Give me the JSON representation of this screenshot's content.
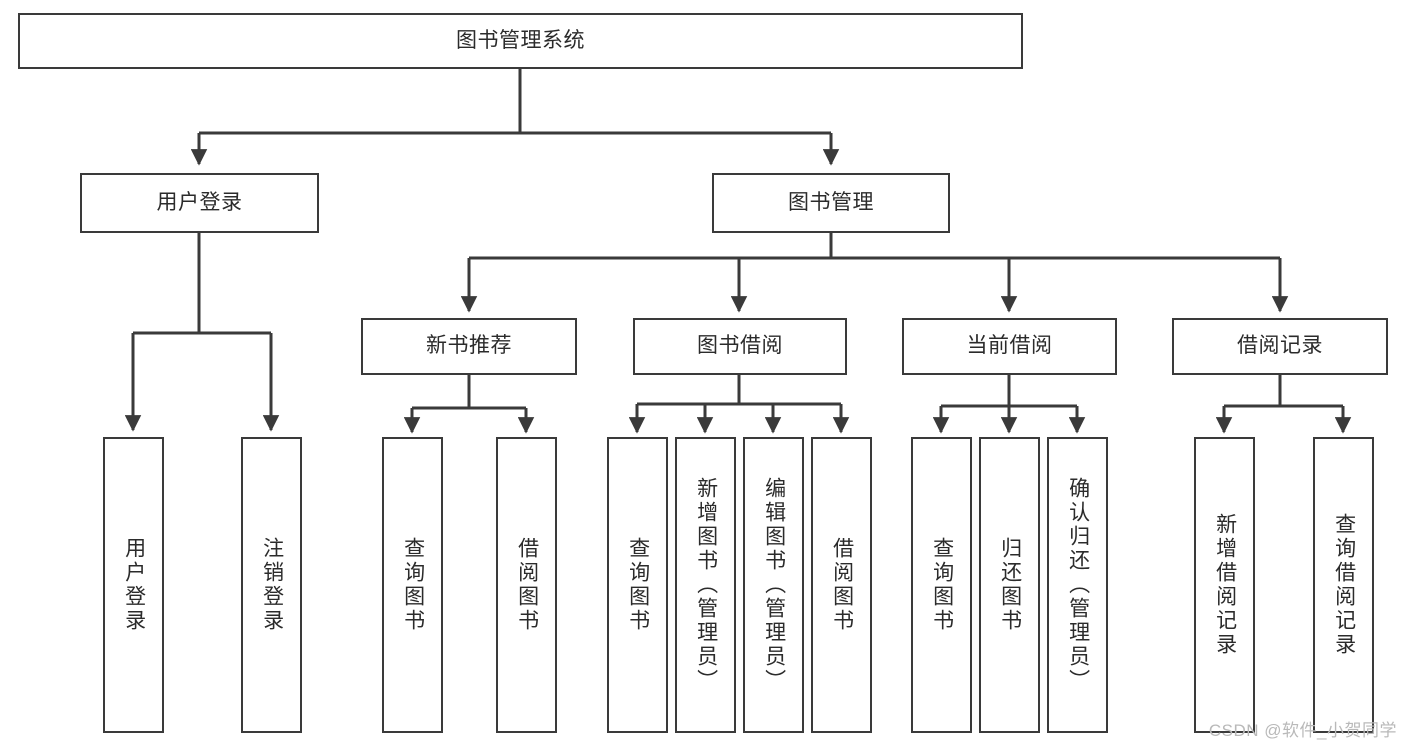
{
  "diagram": {
    "title_node": {
      "label": "图书管理系统"
    },
    "level2": [
      {
        "id": "user-login",
        "label": "用户登录"
      },
      {
        "id": "book-manage",
        "label": "图书管理"
      }
    ],
    "level3": [
      {
        "id": "new-book-recommend",
        "label": "新书推荐"
      },
      {
        "id": "book-borrow",
        "label": "图书借阅"
      },
      {
        "id": "current-borrow",
        "label": "当前借阅"
      },
      {
        "id": "borrow-record",
        "label": "借阅记录"
      }
    ],
    "leaves": {
      "user_login": [
        {
          "id": "leaf-user-login",
          "label": "用户登录"
        },
        {
          "id": "leaf-logout-login",
          "label": "注销登录"
        }
      ],
      "new_book_recommend": [
        {
          "id": "leaf-query-book-1",
          "label": "查询图书"
        },
        {
          "id": "leaf-borrow-book-1",
          "label": "借阅图书"
        }
      ],
      "book_borrow": [
        {
          "id": "leaf-query-book-2",
          "label": "查询图书"
        },
        {
          "id": "leaf-add-book",
          "label": "新增图书（管理员）"
        },
        {
          "id": "leaf-edit-book",
          "label": "编辑图书（管理员）"
        },
        {
          "id": "leaf-borrow-book-2",
          "label": "借阅图书"
        }
      ],
      "current_borrow": [
        {
          "id": "leaf-query-book-3",
          "label": "查询图书"
        },
        {
          "id": "leaf-return-book",
          "label": "归还图书"
        },
        {
          "id": "leaf-confirm-return",
          "label": "确认归还（管理员）"
        }
      ],
      "borrow_record": [
        {
          "id": "leaf-add-record",
          "label": "新增借阅记录"
        },
        {
          "id": "leaf-query-record",
          "label": "查询借阅记录"
        }
      ]
    },
    "watermark": "CSDN @软件_小贺同学",
    "colors": {
      "stroke": "#3a3a3a",
      "background": "#ffffff",
      "text": "#2b2b2b",
      "watermark": "#b9b9b9"
    }
  }
}
